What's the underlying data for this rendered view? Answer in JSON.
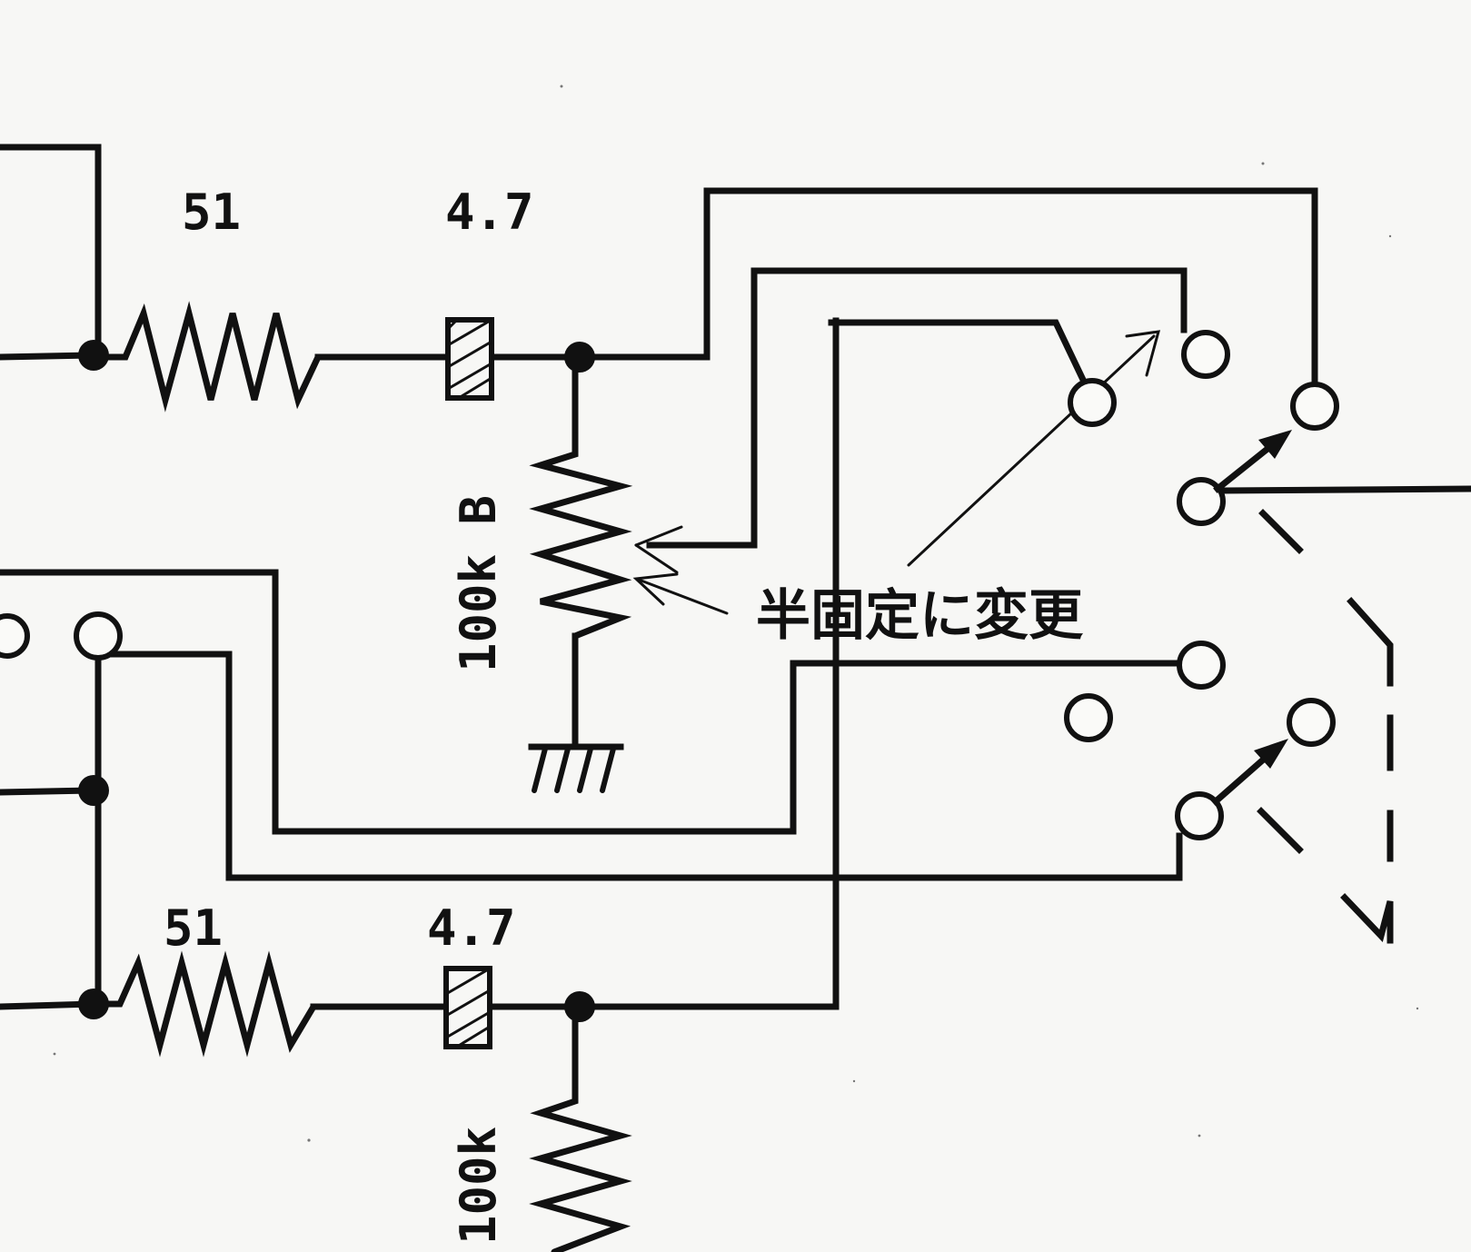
{
  "labels": {
    "r1_value": "51",
    "c1_value": "4.7",
    "vr1_value": "100k B",
    "r2_value": "51",
    "c2_value": "4.7",
    "vr2_value": "100k"
  },
  "annotation": {
    "text": "半固定に変更"
  }
}
